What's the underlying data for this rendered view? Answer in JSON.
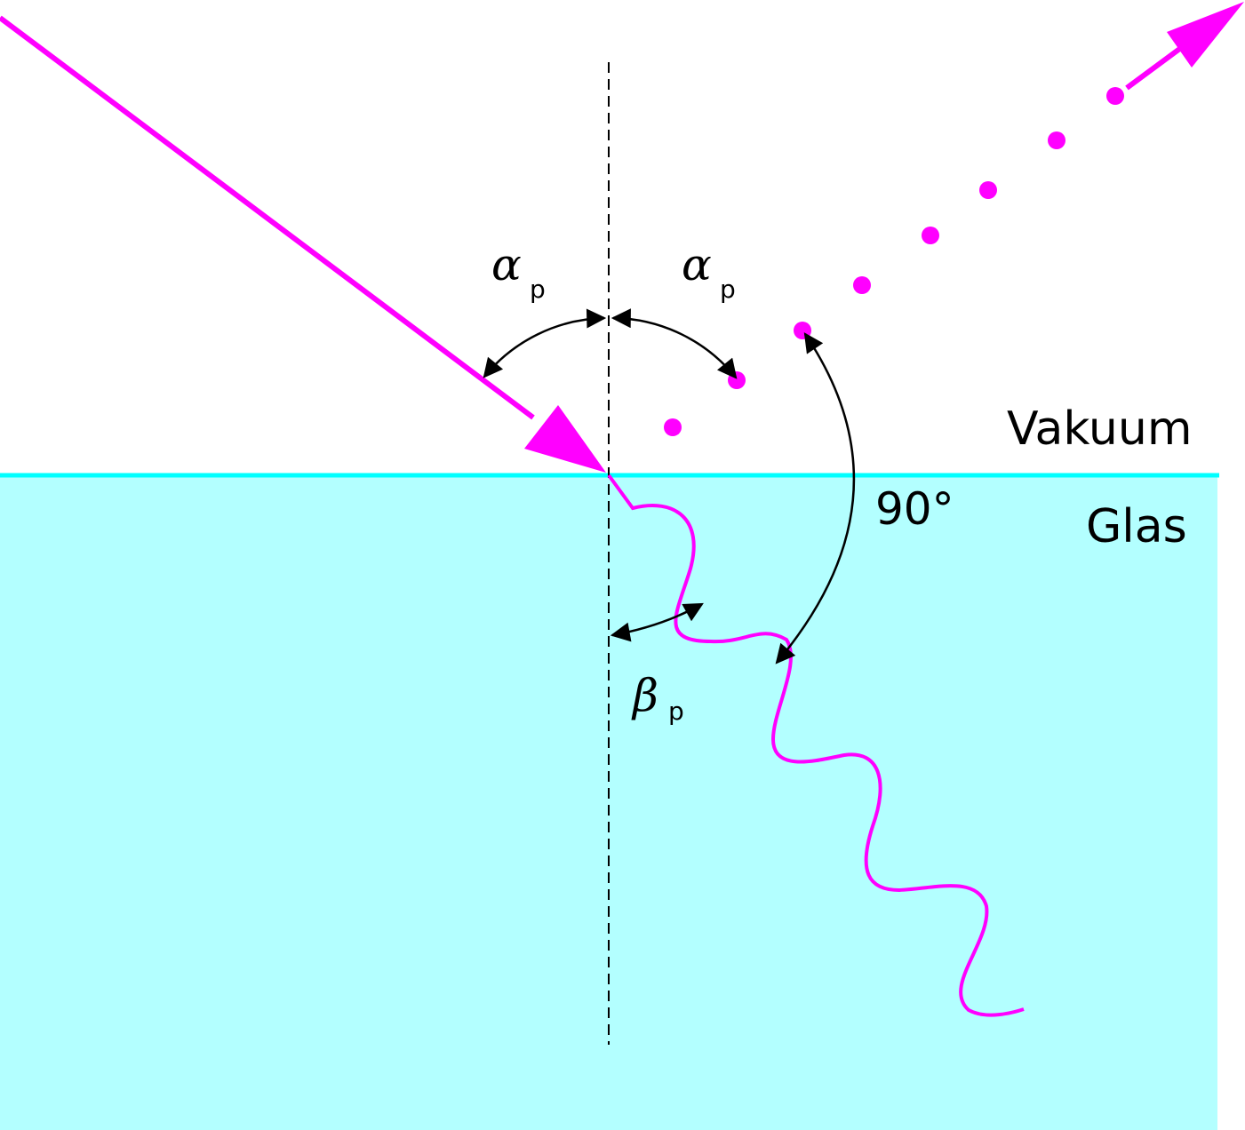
{
  "labels": {
    "alpha_left": "α",
    "alpha_left_sub": "p",
    "alpha_right": "α",
    "alpha_right_sub": "p",
    "beta": "β",
    "beta_sub": "p",
    "right_angle": "90°",
    "medium_top": "Vakuum",
    "medium_bottom": "Glas"
  },
  "colors": {
    "ray": "#FF00FF",
    "glass_fill": "#B3FFFF",
    "interface": "#00FFFF",
    "annotation": "#000000"
  }
}
